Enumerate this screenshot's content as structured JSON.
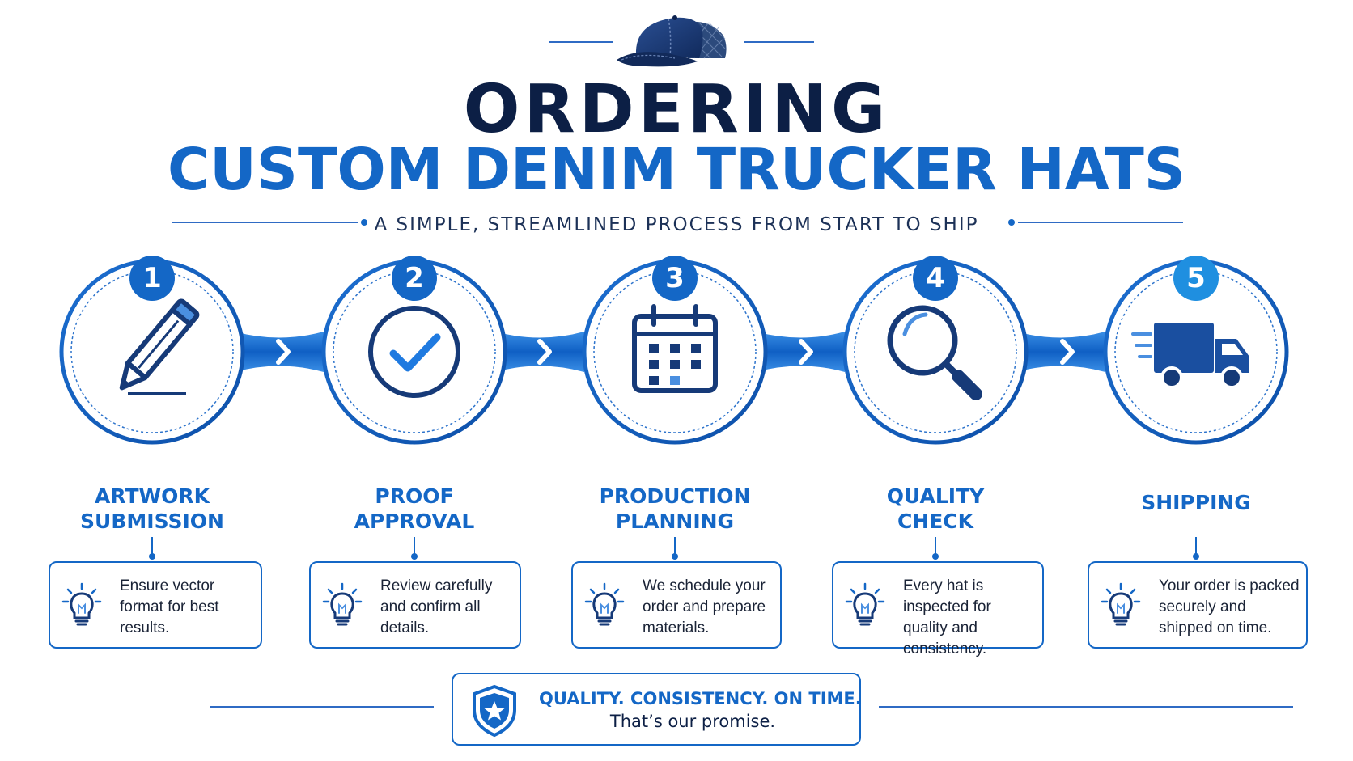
{
  "header": {
    "title_line1": "ORDERING",
    "title_line2": "CUSTOM DENIM TRUCKER HATS",
    "subtitle": "A SIMPLE, STREAMLINED PROCESS FROM START TO SHIP"
  },
  "colors": {
    "primary_blue": "#1467c6",
    "navy": "#0c1f45",
    "light_blue": "#1f8fe0"
  },
  "steps": [
    {
      "number": "1",
      "title": "ARTWORK\nSUBMISSION",
      "icon": "pencil-icon",
      "tip": "Ensure vector format for best results."
    },
    {
      "number": "2",
      "title": "PROOF\nAPPROVAL",
      "icon": "checkmark-circle-icon",
      "tip": "Review carefully and confirm all details."
    },
    {
      "number": "3",
      "title": "PRODUCTION\nPLANNING",
      "icon": "calendar-icon",
      "tip": "We schedule your order and prepare materials."
    },
    {
      "number": "4",
      "title": "QUALITY\nCHECK",
      "icon": "magnifying-glass-icon",
      "tip": "Every hat is inspected for quality and consistency."
    },
    {
      "number": "5",
      "title": "SHIPPING",
      "icon": "delivery-truck-icon",
      "tip": "Your order is packed securely and shipped on time."
    }
  ],
  "footer": {
    "promise_heading": "QUALITY. CONSISTENCY. ON TIME.",
    "promise_text": "That’s our promise.",
    "icon": "shield-star-icon"
  }
}
